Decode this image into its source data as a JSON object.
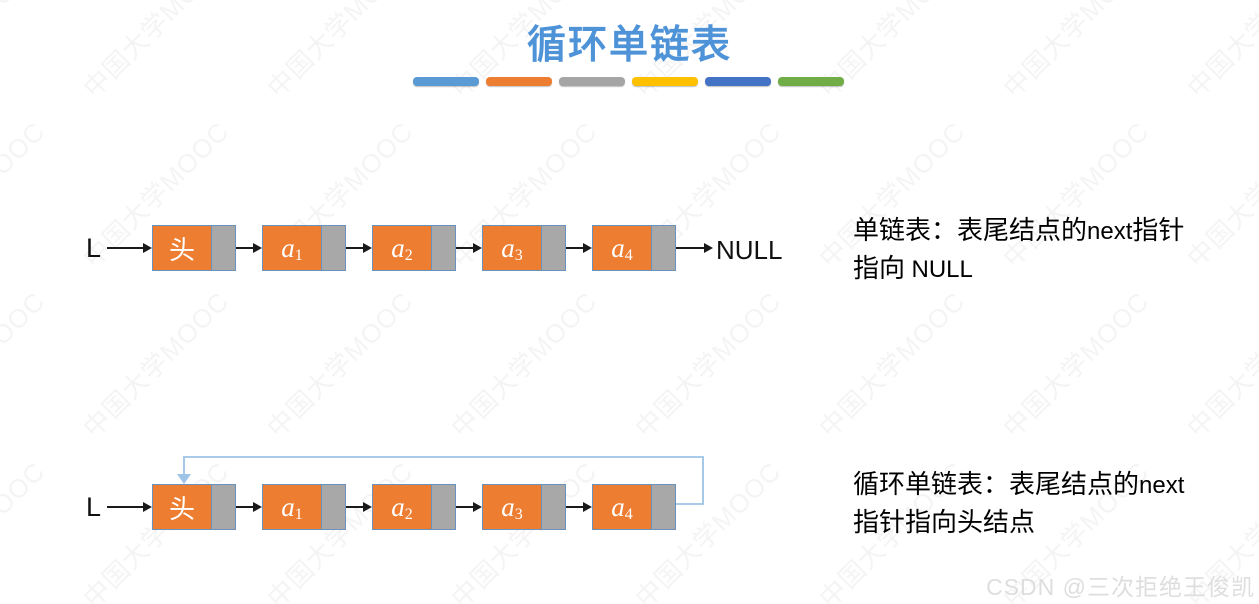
{
  "title": {
    "text": "循环单链表"
  },
  "theme": {
    "title_color": "#4E93D8",
    "divider_colors": [
      "#5B9BD5",
      "#ED7D31",
      "#A5A5A5",
      "#FFC000",
      "#4472C4",
      "#70AD47"
    ],
    "node_fill": "#ED7D31",
    "node_pointer_fill": "#A8A8A8",
    "node_border": "#6A92BC",
    "arrow_color": "#1A1A1A",
    "loop_arrow_color": "#9DC3E6"
  },
  "watermark": {
    "text": "中国大学MOOC"
  },
  "credit": {
    "text": "CSDN @三次拒绝王俊凯"
  },
  "diagrams": [
    {
      "kind": "singly-linked-list",
      "head_pointer": "L",
      "nodes": [
        {
          "label": "头"
        },
        {
          "base": "a",
          "sub": "1"
        },
        {
          "base": "a",
          "sub": "2"
        },
        {
          "base": "a",
          "sub": "3"
        },
        {
          "base": "a",
          "sub": "4"
        }
      ],
      "tail_label": "NULL",
      "caption": {
        "line1_cn": "单链表：表尾结点的",
        "line1_latin": "next",
        "line1_cn2": "指针",
        "line2_cn": "指向 ",
        "line2_latin": "NULL"
      }
    },
    {
      "kind": "circular-singly-linked-list",
      "head_pointer": "L",
      "nodes": [
        {
          "label": "头"
        },
        {
          "base": "a",
          "sub": "1"
        },
        {
          "base": "a",
          "sub": "2"
        },
        {
          "base": "a",
          "sub": "3"
        },
        {
          "base": "a",
          "sub": "4"
        }
      ],
      "caption": {
        "line1_cn": "循环单链表：表尾结点的",
        "line1_latin": "next",
        "line2_cn": "指针指向头结点"
      }
    }
  ]
}
